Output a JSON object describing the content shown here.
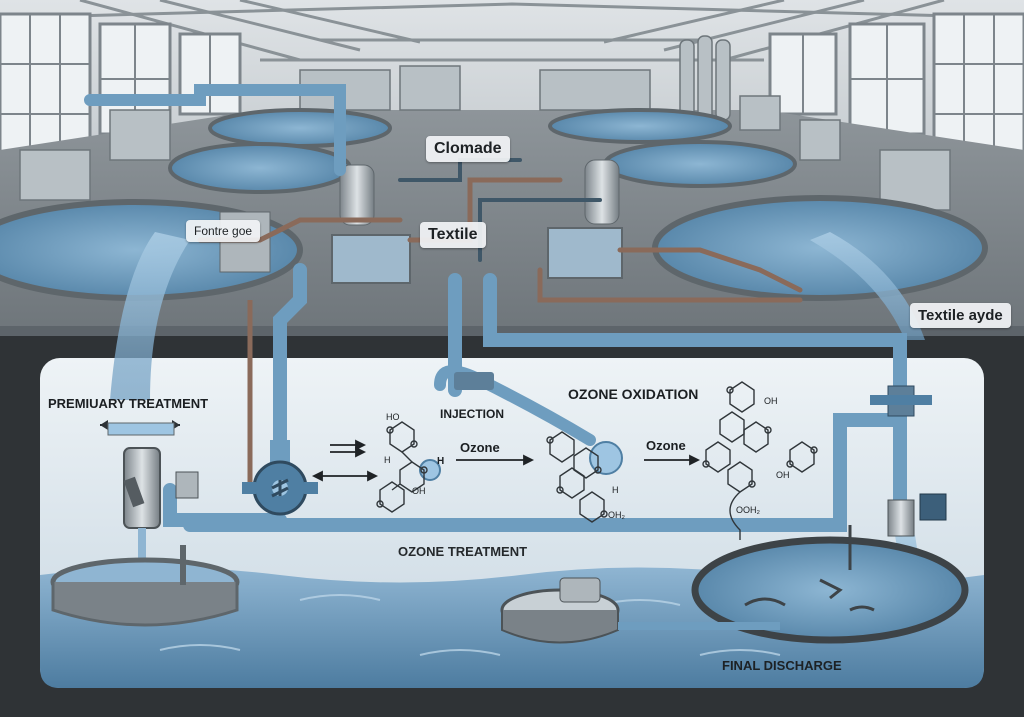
{
  "labels": {
    "clomade": "Clomade",
    "fontre_goe": "Fontre goe",
    "textile": "Textile",
    "textile_ayde": "Textile ayde",
    "premiuary_treatment": "PREMIUARY TREATMENT",
    "injection": "INJECTION",
    "ozone_oxidation": "OZONE OXIDATION",
    "ozone_1": "Ozone",
    "ozone_2": "Ozone",
    "ozone_treatment": "OZONE TREATMENT",
    "final_discharge": "FINAL DISCHARGE"
  },
  "molecule_text": {
    "ho": "HO",
    "h": "H",
    "oh_1": "OH",
    "oh_2": "OH",
    "nh": "H",
    "h_lower": "H",
    "oh2_1": "OH₂",
    "oh2_2": "OOH₂",
    "oh_3": "OH"
  },
  "colors": {
    "floor": "#7d8489",
    "wall": "#c9cfd3",
    "water": "#5f8fb4",
    "pipe": "#6e9dbf",
    "panel": "#e6edf2",
    "basement": "#2f3336"
  }
}
